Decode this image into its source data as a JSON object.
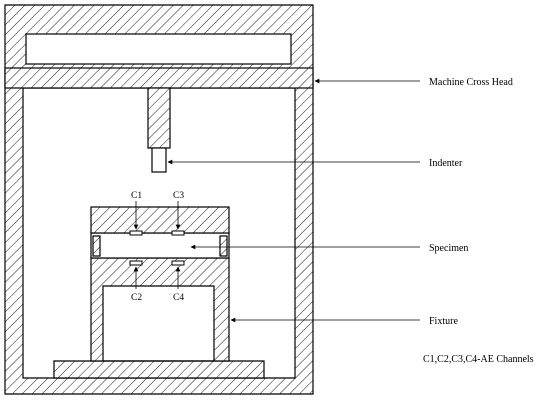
{
  "labels": {
    "cross_head": "Machine Cross Head",
    "indenter": "Indenter",
    "specimen": "Specimen",
    "fixture": "Fixture",
    "channels_note": "C1,C2,C3,C4-AE Channels"
  },
  "sensors": {
    "c1": "C1",
    "c2": "C2",
    "c3": "C3",
    "c4": "C4"
  },
  "colors": {
    "line": "#000000",
    "background": "#ffffff"
  }
}
